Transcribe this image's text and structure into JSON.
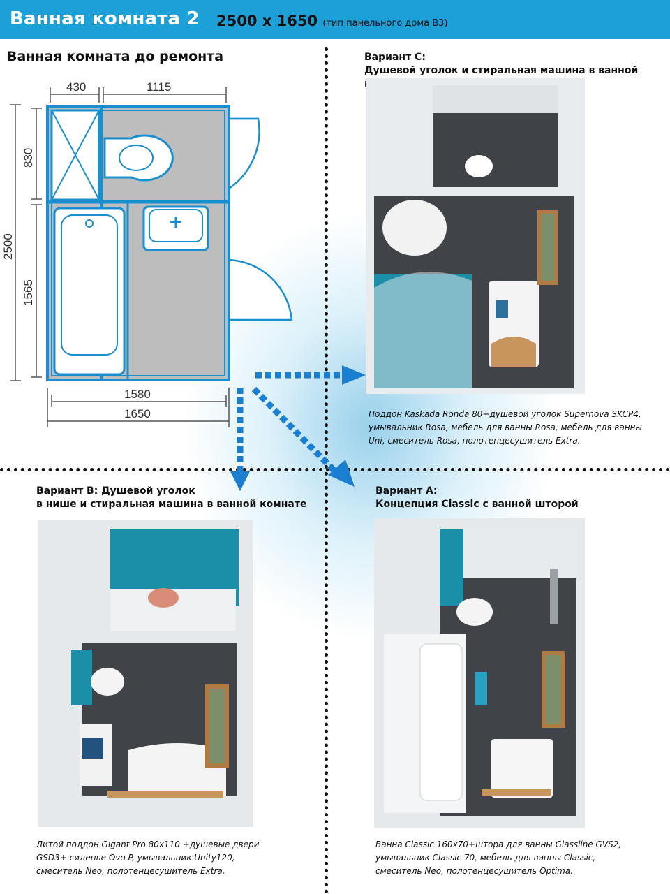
{
  "header": {
    "title": "Ванная комната 2",
    "dims": "2500 x 1650",
    "note": "(тип панельного дома В3)"
  },
  "before": {
    "title": "Ванная комната до ремонта",
    "dims": {
      "top_left": "430",
      "top_right": "1115",
      "left_total": "2500",
      "left_upper": "830",
      "left_lower": "1565",
      "bottom_inner": "1580",
      "bottom_outer": "1650"
    }
  },
  "variant_c": {
    "title_line1": "Вариант С:",
    "title_line2": "Душевой уголок и стиральная машина в ванной комнате",
    "caption": [
      "Поддон Kaskada Ronda 80+душевой уголок Supernova SKCP4,",
      "умывальник Rosa, мебель для ванны Rosa, мебель для ванны",
      "Uni, смеситель  Rosa, полотенцесушитель Extra."
    ]
  },
  "variant_b": {
    "title_line1": "Вариант В: Душевой уголок",
    "title_line2": "в нише и стиральная машина в ванной комнате",
    "caption": [
      "Литой поддон Gigant Pro 80x110 +душевые двери",
      "GSD3+ сиденье Ovo P, умывальник Unity120,",
      "смеситель Neo, полотенцесушитель Extra."
    ]
  },
  "variant_a": {
    "title_line1": "Вариант А:",
    "title_line2": "Концепция Classic с ванной шторой",
    "caption": [
      "Ванна Classic 160x70+штора для ванны Glassline GVS2,",
      "умывальник Classic 70, мебель для ванны Classic,",
      "смеситель Neo, полотенцесушитель Optima."
    ]
  },
  "colors": {
    "header_bg": "#1da0d8",
    "plan_line": "#1a8fd0",
    "plan_fill": "#bdbdbd",
    "arrow": "#1a7fd0",
    "teal_tile": "#1b8fa8",
    "dark_floor": "#444444"
  }
}
